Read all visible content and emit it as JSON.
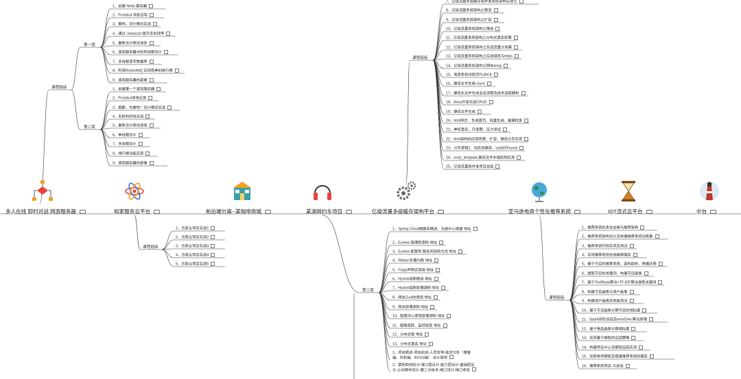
{
  "projects": [
    {
      "label": "多人在线 即时对战 网游服务器",
      "icon": "flowchart-icon",
      "color": "#e8433f"
    },
    {
      "label": "和家服务云平台",
      "icon": "atom-icon",
      "color": "#e8433f"
    },
    {
      "label": "前后端分离--某咖啡商城",
      "icon": "shop-icon",
      "color": "#3aa0a8"
    },
    {
      "label": "某滴网约车项目",
      "icon": "headphones-icon",
      "color": "#333333"
    },
    {
      "label": "亿级流量多级缓存架构平台",
      "icon": "gears-icon",
      "color": "#666666"
    },
    {
      "label": "亚马逊电商个性化推荐系统",
      "icon": "globe-icon",
      "color": "#2f8f4f"
    },
    {
      "label": "IOT流式云平台",
      "icon": "hourglass-icon",
      "color": "#d9821e"
    },
    {
      "label": "中台",
      "icon": "lighthouse-icon",
      "color": "#c0392b"
    }
  ],
  "game": {
    "root": "课程链接",
    "g1_label": "第一版",
    "g1": [
      "1、创建 Netty 服务器",
      "2、Protobuf 消息应用",
      "3、重构，设计模式实战",
      "4、通过 Javassist 提升反射效率",
      "5、重新设计移动消息",
      "6、游戏服务器中的异线程设计",
      "7、多线程读写数据库",
      "8、利用RocketMQ 实现简单的排行榜",
      "9、游戏服务器的部署"
    ],
    "g2_label": "第二版",
    "g2": [
      "1、创建第一个游戏服务器",
      "2、Protobuf消息应用",
      "3、抱歉，先重构！设计模式实战",
      "4、反射的终级实战",
      "5、重新设计移动消息",
      "6、单线程设计",
      "7、多线程设计",
      "8、排行榜功能实现",
      "9、游戏服务器的部署"
    ]
  },
  "hejia": {
    "root": "课程链接",
    "items": [
      "1、合家云项目实战1",
      "2、合家云项目实战2",
      "3、合家云项目实战3",
      "4、合家云项目实战4",
      "5、合家云项目实战5"
    ]
  },
  "cache": {
    "root": "课程链接",
    "items": [
      "7、亿级流量多级缓存高并发系统架构实战七",
      "8、亿级流量系统架构之限流",
      "9、亿级流量系统架构之扩容",
      "10、亿级流量系统架构之降级",
      "11、亿级流量系统架构之分布式事务原理",
      "12、亿级流量系统架构之实战流量分发篇",
      "13、亿级流量系统架构之实战域名与https",
      "14、亿级流量系统架构之网关kong",
      "15、电商系统详情页PLAN A",
      "16、静态文件生成-rsync",
      "17、静态化文件生成业务流程及技术选型解析",
      "18、Arica开发实战CRUD",
      "19、静态文件生成",
      "20、html同步、生成首页、批量生成、健康检查",
      "21、单机事务、开发期、压力测试",
      "22、html架构的应用场景、扩容、静态分页实现",
      "23、分页逻辑2、动态加静态、lua访问mysql",
      "24、resty_template,静态文件补偿机制实现",
      "25、亿级流量高并发项目总结"
    ]
  },
  "taxi": {
    "root": "第二版",
    "items": [
      "1、Spring Cloud微服务概述、注册中心搭建 地址",
      "2、Eureka 原理和源码 地址",
      "3、Eureka 配置和 服务间调用方式 地址",
      "4、Ribbon负载均衡 地址",
      "5、Feign声明式调用 地址",
      "6、Hystrix熔断降级 地址",
      "7、Hystrix熔断原理源码 地址",
      "8、网关Zuul的使用 地址",
      "9、网关原理源码 地址",
      "10、配置中心使用原理源码 地址",
      "11、链路追踪、监控检查 地址",
      "12、分布式锁 地址",
      "13、分布式事务 地址",
      "1、项目概述-项目启动-人员安排-需求分析（乘客端、司机端、BOSS端）-设计原则",
      "2、案例如何拆分-接口层设计-能力层设计-基础层设计-公共模块设计-第三方技术-接口设计-接口命名"
    ]
  },
  "amazon": {
    "root": "课程链接",
    "items": [
      "1、推荐系统的来龙去脉与推荐架构",
      "2、推荐系统架构设计及构建推荐系统训练集",
      "3、推荐系统代码实现及测试",
      "4、实现推荐系统在线推荐服务",
      "5、基于节目的推荐系统、架构剖析、数据迁移",
      "6、提取节目的关键词、构建节目画像",
      "7、基于TextRank算法+TF-IDF算法提取关键词",
      "8、构建节目画像与用户画像",
      "9、构建用户画像及性能测试",
      "10、基于节目画像计算节目的相似度",
      "11、Spark调优总结及word2vec算法原理",
      "12、基于物品画像计算相似度",
      "13、实现基于模型的召回策略",
      "14、构建特征中心及模型召回实现",
      "15、训练排序模型及搭建推荐系统的服务",
      "16、推荐系统项目-大总结"
    ]
  }
}
